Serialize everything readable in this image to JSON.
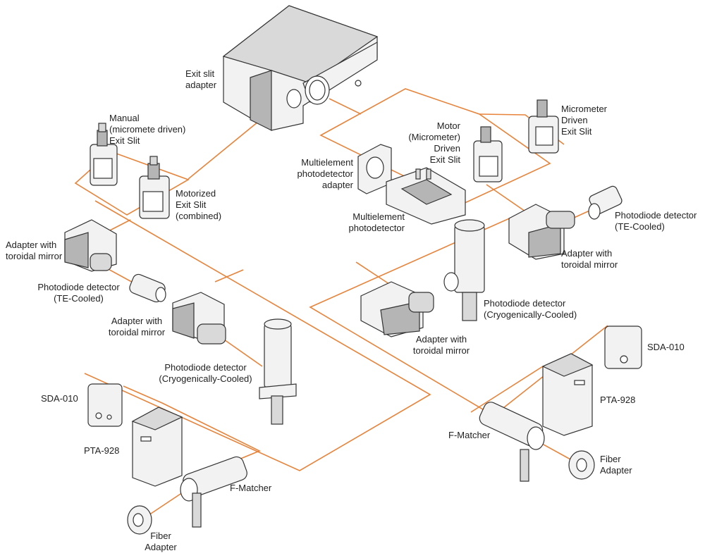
{
  "colors": {
    "line": "#e8833a",
    "drawing": "#333333"
  },
  "labels": {
    "exit_slit_adapter": "Exit slit\nadapter",
    "manual_exit_slit": "Manual\n(micromete driven)\nExit Slit",
    "motorized_exit_slit": "Motorized\nExit Slit\n(combined)",
    "motor_driven_exit_slit": "Motor\n(Micrometer)\nDriven\nExit Slit",
    "micrometer_driven_exit_slit": "Micrometer\nDriven\nExit Slit",
    "multielement_adapter": "Multielement\nphotodetector\nadapter",
    "multielement_photodetector": "Multielement\nphotodetector",
    "photodiode_te_right": "Photodiode detector\n(TE-Cooled)",
    "adapter_toroidal_right": "Adapter with\ntoroidal mirror",
    "adapter_toroidal_left_top": "Adapter with\ntoroidal mirror",
    "photodiode_te_left": "Photodiode detector\n(TE-Cooled)",
    "adapter_toroidal_left_mid": "Adapter with\ntoroidal mirror",
    "photodiode_cryo_left": "Photodiode detector\n(Cryogenically-Cooled)",
    "photodiode_cryo_right": "Photodiode detector\n(Cryogenically-Cooled)",
    "adapter_toroidal_center": "Adapter with\ntoroidal mirror",
    "sda_left": "SDA-010",
    "pta_left": "PTA-928",
    "fmatcher_left": "F-Matcher",
    "fiber_left": "Fiber\nAdapter",
    "sda_right": "SDA-010",
    "pta_right": "PTA-928",
    "fmatcher_right": "F-Matcher",
    "fiber_right": "Fiber\nAdapter"
  }
}
